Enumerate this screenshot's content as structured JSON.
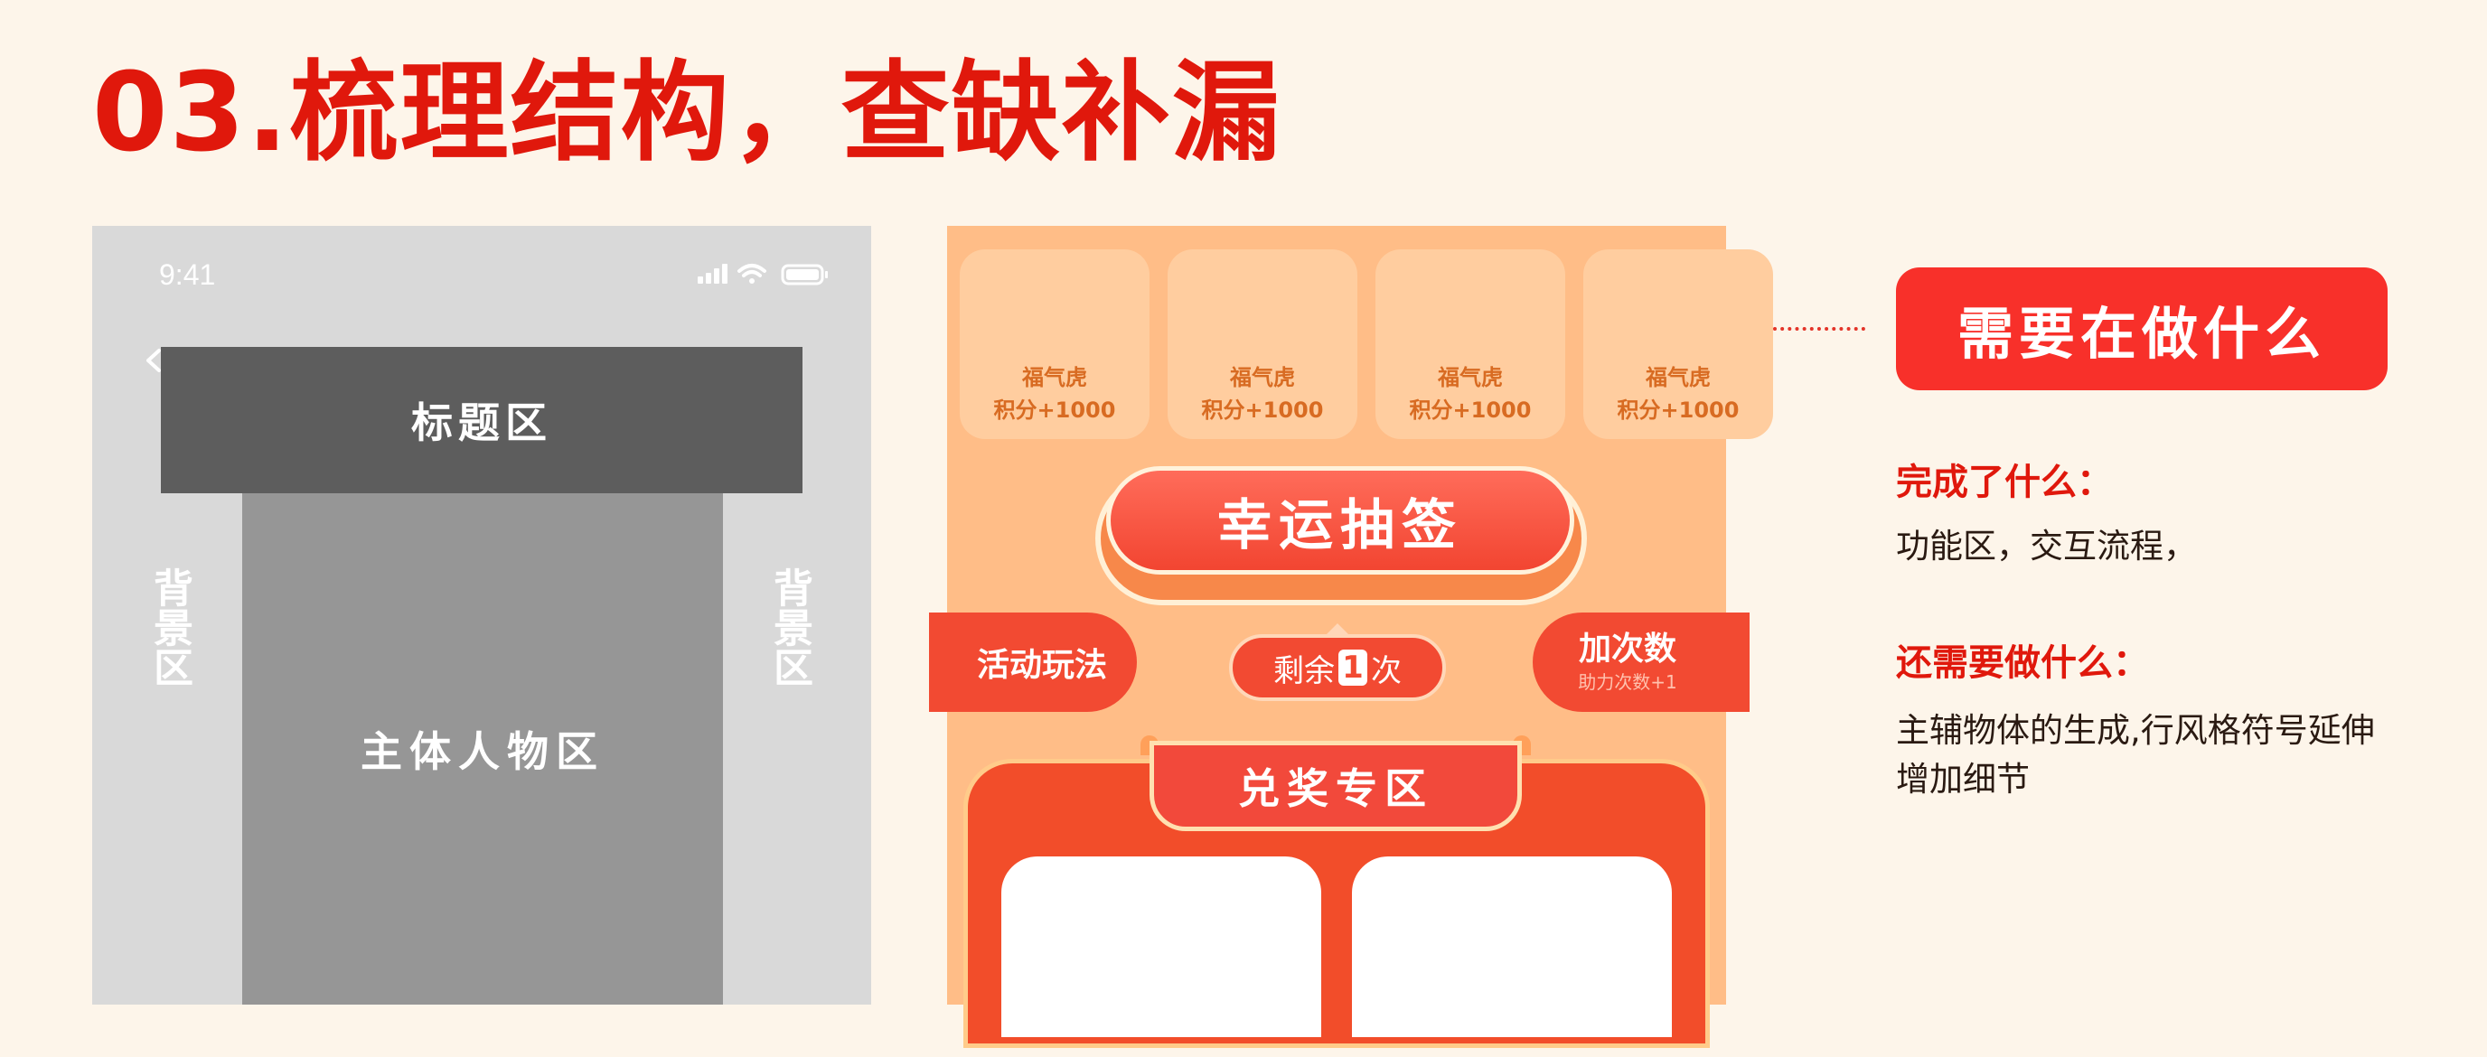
{
  "page": {
    "title": "03.梳理结构，查缺补漏"
  },
  "wireframe": {
    "status_time": "9:41",
    "title_area_label": "标题区",
    "main_area_label": "主体人物区",
    "bg_area_label_left": "背景区",
    "bg_area_label_right": "背景区"
  },
  "design": {
    "prizes": [
      {
        "name": "福气虎",
        "points": "积分+1000"
      },
      {
        "name": "福气虎",
        "points": "积分+1000"
      },
      {
        "name": "福气虎",
        "points": "积分+1000"
      },
      {
        "name": "福气虎",
        "points": "积分+1000"
      }
    ],
    "lucky_draw_label": "幸运抽签",
    "rules_label": "活动玩法",
    "remaining_prefix": "剩余",
    "remaining_count": "1",
    "remaining_suffix": "次",
    "add_times_label": "加次数",
    "add_times_sub": "助力次数+1",
    "redeem_label": "兑奖专区"
  },
  "notes": {
    "title": "需要在做什么",
    "done_heading": "完成了什么：",
    "done_text": "功能区，交互流程，",
    "todo_heading": "还需要做什么：",
    "todo_text": "主辅物体的生成,行风格符号延伸增加细节"
  },
  "colors": {
    "accent_red": "#e0180c",
    "background": "#fdf5ea",
    "design_bg": "#ffbd87",
    "button_red": "#f24a32"
  }
}
